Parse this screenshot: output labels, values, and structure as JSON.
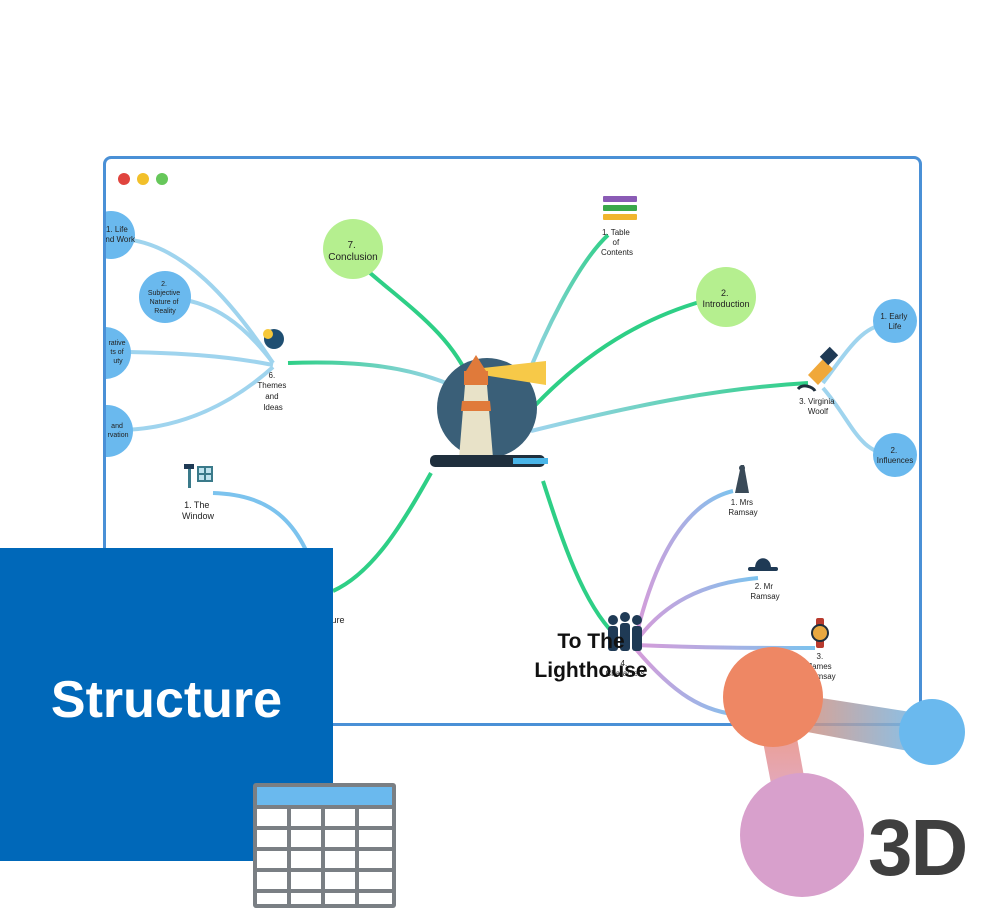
{
  "window": {
    "controls": [
      {
        "name": "close",
        "color": "#e0443e"
      },
      {
        "name": "minimize",
        "color": "#f2c02a"
      },
      {
        "name": "maximize",
        "color": "#66c75a"
      }
    ]
  },
  "mindmap": {
    "central_topic_line1": "To The",
    "central_topic_line2": "Lighthouse",
    "branches": {
      "table_of_contents": {
        "lines": [
          "1. Table",
          "of",
          "Contents"
        ]
      },
      "introduction": {
        "lines": [
          "2.",
          "Introduction"
        ]
      },
      "virginia_woolf": {
        "lines": [
          "3. Virginia",
          "Woolf"
        ],
        "children": [
          {
            "lines": [
              "1. Early",
              "Life"
            ]
          },
          {
            "lines": [
              "2.",
              "Influences"
            ]
          }
        ]
      },
      "characters": {
        "lines": [
          "4.",
          "Characters"
        ],
        "children": [
          {
            "lines": [
              "1. Mrs",
              "Ramsay"
            ]
          },
          {
            "lines": [
              "2. Mr",
              "Ramsay"
            ]
          },
          {
            "lines": [
              "3.",
              "James",
              "Ramsay"
            ]
          }
        ]
      },
      "structure_branch": {
        "lines": [
          "ure"
        ],
        "children": [
          {
            "lines": [
              "1. The",
              "Window"
            ]
          }
        ]
      },
      "themes": {
        "lines": [
          "6.",
          "Themes",
          "and",
          "Ideas"
        ],
        "children": [
          {
            "lines": [
              "1. Life",
              "and Work"
            ]
          },
          {
            "lines": [
              "2.",
              "Subjective",
              "Nature of",
              "Reality"
            ]
          },
          {
            "lines": [
              "rative",
              "ts of",
              "uty"
            ]
          },
          {
            "lines": [
              "and",
              "rvation"
            ]
          }
        ]
      },
      "conclusion": {
        "lines": [
          "7.",
          "Conclusion"
        ]
      }
    }
  },
  "labels": {
    "structure": "Structure",
    "threed": "3D"
  },
  "colors": {
    "window_border": "#4a90d6",
    "structure_bg": "#0068b9",
    "bubble_blue": "#6ab9ee",
    "bubble_green": "#b5ef8f",
    "ball_orange": "#ee8764",
    "ball_pink": "#d8a0cc",
    "threed_text": "#3f3f3f"
  }
}
